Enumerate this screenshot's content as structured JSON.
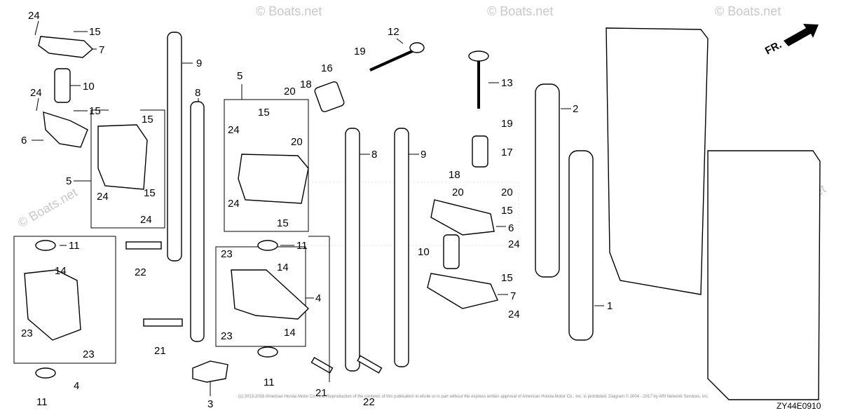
{
  "diagram": {
    "diagram_code": "ZY44E0910",
    "direction_label": "FR.",
    "watermark": "© Boats.net",
    "copyright_line": "(c) 2013-2018 American Honda Motor Co., Inc. Reproduction of the contents of this publication in whole or in part without the express written approval of American Honda Motor Co., Inc. is prohibited. Diagram © 2004 - 2017 by ARI Network Services, Inc."
  },
  "callouts": [
    "24",
    "15",
    "7",
    "10",
    "24",
    "15",
    "6",
    "15",
    "5",
    "24",
    "15",
    "24",
    "9",
    "8",
    "5",
    "15",
    "24",
    "20",
    "24",
    "15",
    "18",
    "20",
    "16",
    "19",
    "12",
    "13",
    "19",
    "17",
    "18",
    "20",
    "20",
    "15",
    "6",
    "2",
    "8",
    "9",
    "11",
    "22",
    "11",
    "14",
    "14",
    "23",
    "4",
    "23",
    "23",
    "14",
    "23",
    "21",
    "4",
    "11",
    "10",
    "24",
    "15",
    "7",
    "24",
    "1",
    "3",
    "11",
    "21",
    "22",
    "11"
  ]
}
